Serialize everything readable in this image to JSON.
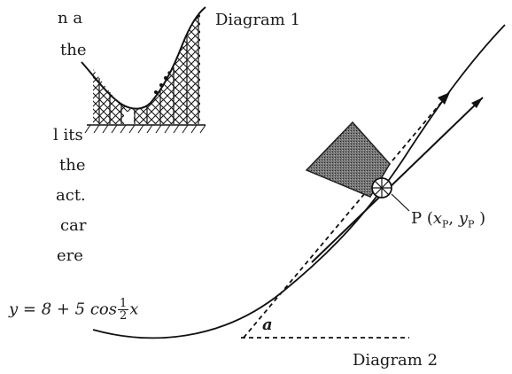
{
  "text_fragments": [
    "n a",
    "the",
    "l its",
    "the",
    "act.",
    "car",
    "ere"
  ],
  "diagram1": {
    "label": "Diagram 1"
  },
  "diagram2": {
    "label": "Diagram 2",
    "equation": {
      "lhs": "y = 8 + 5 cos",
      "frac_num": "1",
      "frac_den": "2",
      "var": "x"
    },
    "angle_label": "a",
    "point_label": {
      "prefix": "P (",
      "x": "x",
      "x_sub": "P",
      "sep": ", ",
      "y": "y",
      "y_sub": "P",
      "suffix": " )"
    }
  },
  "colors": {
    "ink": "#111111",
    "stipple": "#555555"
  }
}
